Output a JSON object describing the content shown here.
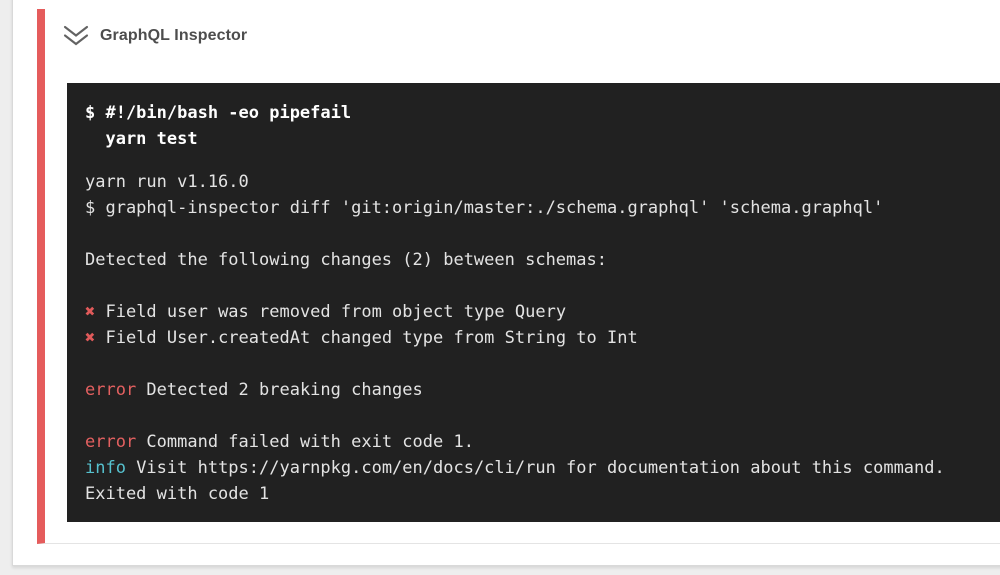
{
  "page": {
    "background_color": "#eeeeee"
  },
  "card": {
    "background_color": "#ffffff"
  },
  "step": {
    "title": "GraphQL Inspector",
    "collapse_icon": "double-chevron-down",
    "stripe_color": "#e55c5c",
    "status": "failed"
  },
  "terminal": {
    "background_color": "#212121",
    "text_color": "#e3e3e3",
    "command_color": "#ffffff",
    "error_color": "#e36060",
    "info_color": "#56c1ce",
    "cross_color": "#e05a5a",
    "command_lines": [
      "$ #!/bin/bash -eo pipefail",
      "  yarn test"
    ],
    "output_lines": [
      [
        {
          "t": "yarn run v1.16.0"
        }
      ],
      [
        {
          "t": "$ graphql-inspector diff 'git:origin/master:./schema.graphql' 'schema.graphql'"
        }
      ],
      [],
      [
        {
          "t": "Detected the following changes (2) between schemas:"
        }
      ],
      [],
      [
        {
          "t": "✖",
          "s": "cross"
        },
        {
          "t": " Field user was removed from object type Query"
        }
      ],
      [
        {
          "t": "✖",
          "s": "cross"
        },
        {
          "t": " Field User.createdAt changed type from String to Int"
        }
      ],
      [],
      [
        {
          "t": "error",
          "s": "error"
        },
        {
          "t": " Detected 2 breaking changes"
        }
      ],
      [],
      [
        {
          "t": "error",
          "s": "error"
        },
        {
          "t": " Command failed with exit code 1."
        }
      ],
      [
        {
          "t": "info",
          "s": "info"
        },
        {
          "t": " Visit https://yarnpkg.com/en/docs/cli/run for documentation about this command."
        }
      ],
      [
        {
          "t": "Exited with code 1"
        }
      ]
    ]
  }
}
